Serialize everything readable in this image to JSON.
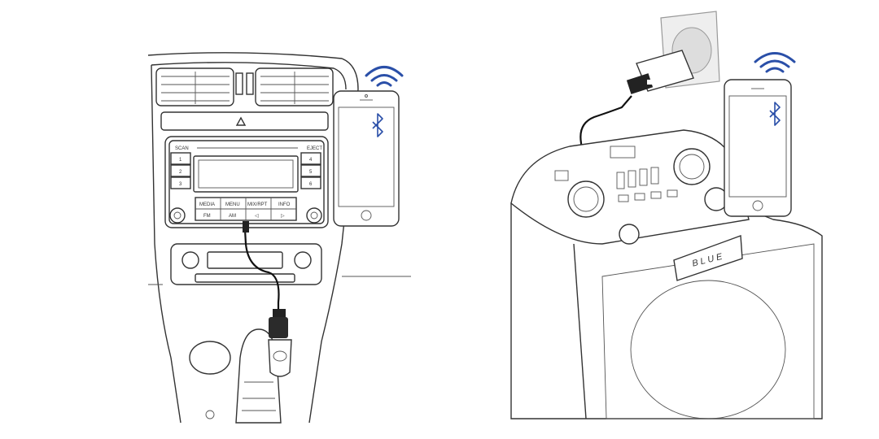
{
  "car_radio": {
    "scan": "SCAN",
    "eject": "EJECT",
    "presets_left": [
      "1",
      "2",
      "3"
    ],
    "presets_right": [
      "4",
      "5",
      "6"
    ],
    "top_buttons": [
      "MEDIA",
      "MENU",
      "MIX/RPT",
      "INFO"
    ],
    "bottom_buttons": [
      "FM",
      "AM",
      "◁",
      "▷"
    ]
  },
  "speaker": {
    "brand_plate": "BLUE"
  },
  "icons": [
    "wifi-signal-icon",
    "bluetooth-icon",
    "smartphone-icon",
    "usb-charger-icon",
    "aux-cable-icon"
  ],
  "colors": {
    "accent": "#2a4fa8",
    "line": "#333333"
  }
}
